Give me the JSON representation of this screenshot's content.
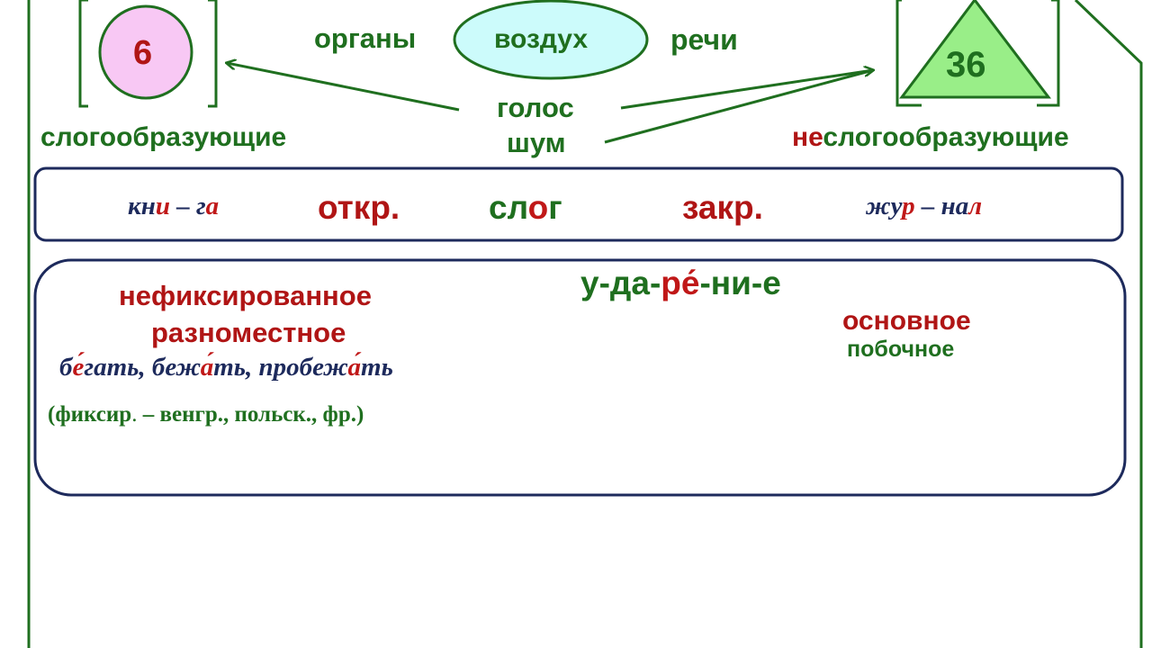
{
  "top": {
    "organs": "органы",
    "air": "воздух",
    "speech": "речи",
    "voice": "голос",
    "noise": "шум",
    "vowel_count": "6",
    "consonant_count": "36",
    "syllabic": "слогообразующие",
    "nonsyllabic_prefix": "не",
    "nonsyllabic_rest": "слогообразующие"
  },
  "syllable_box": {
    "kniga": [
      {
        "text": "кн",
        "hl": false
      },
      {
        "text": "и",
        "hl": true
      },
      {
        "text": " – г",
        "hl": false
      },
      {
        "text": "а",
        "hl": true
      }
    ],
    "open": "откр.",
    "slog": [
      {
        "text": "сл",
        "hl": false
      },
      {
        "text": "о",
        "hl": true
      },
      {
        "text": "г",
        "hl": false
      }
    ],
    "closed": "закр.",
    "zhurnal": [
      {
        "text": "жу",
        "hl": false
      },
      {
        "text": "р",
        "hl": true
      },
      {
        "text": " – на",
        "hl": false
      },
      {
        "text": "л",
        "hl": true
      }
    ]
  },
  "stress_box": {
    "title": [
      {
        "text": "у-да-",
        "hl": false
      },
      {
        "text": "ре́",
        "hl": true
      },
      {
        "text": "-ни-е",
        "hl": false
      }
    ],
    "nonfixed": "нефиксированное",
    "mobile": "разноместное",
    "examples": [
      {
        "text": "б",
        "hl": false
      },
      {
        "text": "е́",
        "hl": true
      },
      {
        "text": "гать,  беж",
        "hl": false
      },
      {
        "text": "а́",
        "hl": true
      },
      {
        "text": "ть,  пробеж",
        "hl": false
      },
      {
        "text": "а́",
        "hl": true
      },
      {
        "text": "ть",
        "hl": false
      }
    ],
    "fixed_note_a": "(фиксир",
    "fixed_note_b": ".",
    "fixed_note_c": " – венгр.,  польск.,  фр.)",
    "main": "основное",
    "secondary": "побочное"
  },
  "colors": {
    "green": "#1f6f1f",
    "red": "#b01515",
    "navy": "#1d2a5c",
    "circle_fill": "#f8c8f4",
    "ellipse_fill": "#ccfbfb",
    "triangle_fill": "#99ee88"
  }
}
